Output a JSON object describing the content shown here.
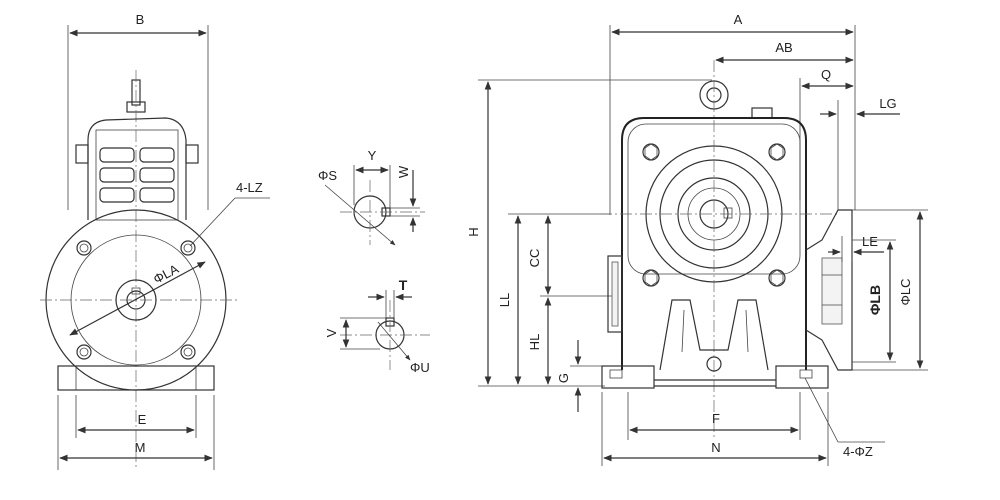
{
  "left_view": {
    "labels": {
      "B": "B",
      "LZ": "4-LZ",
      "LA": "ΦLA",
      "E": "E",
      "M": "M"
    }
  },
  "shaft_details": {
    "labels": {
      "S": "ΦS",
      "Y": "Y",
      "W": "W",
      "T": "T",
      "V": "V",
      "U": "ΦU"
    }
  },
  "front_view": {
    "labels": {
      "A": "A",
      "AB": "AB",
      "Q": "Q",
      "LG": "LG",
      "H": "H",
      "CC": "CC",
      "LL": "LL",
      "HL": "HL",
      "G": "G",
      "LE": "LE",
      "LB": "ΦLB",
      "LC": "ΦLC",
      "F": "F",
      "N": "N",
      "Z": "4-ΦZ"
    }
  }
}
